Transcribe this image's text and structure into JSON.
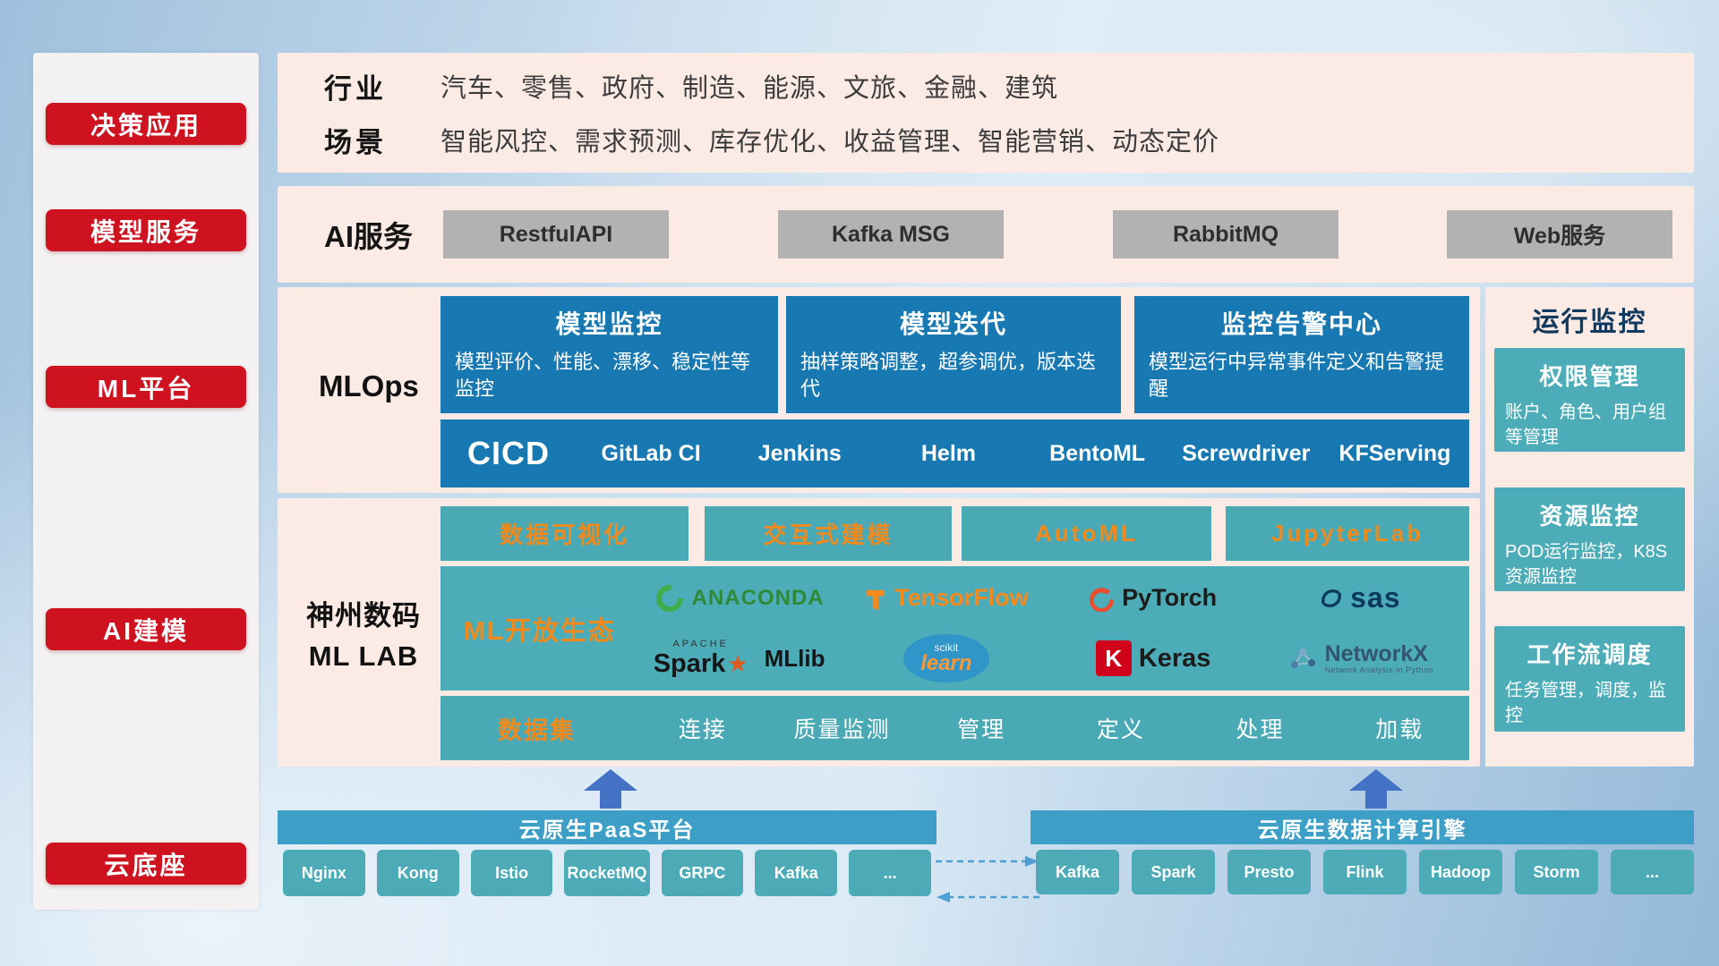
{
  "colors": {
    "sidebar_red": "#ce1220",
    "panel_pink": "#fceae5",
    "card_blue": "#1878b2",
    "teal": "#49a9b4",
    "foundation_bar_blue": "#3e9fc6",
    "accent_orange": "#f18a1d",
    "arrow_blue": "#4472c4",
    "service_button_gray": "#b2b2b2"
  },
  "sidebar": {
    "items": [
      {
        "label": "决策应用"
      },
      {
        "label": "模型服务"
      },
      {
        "label": "ML平台"
      },
      {
        "label": "AI建模"
      },
      {
        "label": "云底座"
      }
    ]
  },
  "industry": {
    "rows": [
      {
        "label": "行业",
        "text": "汽车、零售、政府、制造、能源、文旅、金融、建筑"
      },
      {
        "label": "场景",
        "text": "智能风控、需求预测、库存优化、收益管理、智能营销、动态定价"
      }
    ]
  },
  "ai_service": {
    "label": "AI服务",
    "services": [
      "RestfulAPI",
      "Kafka MSG",
      "RabbitMQ",
      "Web服务"
    ]
  },
  "mlops": {
    "label": "MLOps",
    "cards": [
      {
        "title": "模型监控",
        "desc": "模型评价、性能、漂移、稳定性等监控"
      },
      {
        "title": "模型迭代",
        "desc": "抽样策略调整，超参调优，版本迭代"
      },
      {
        "title": "监控告警中心",
        "desc": "模型运行中异常事件定义和告警提醒"
      }
    ],
    "cicd_label": "CICD",
    "cicd_tools": [
      "GitLab CI",
      "Jenkins",
      "Helm",
      "BentoML",
      "Screwdriver",
      "KFServing"
    ]
  },
  "monitor": {
    "title": "运行监控",
    "cards": [
      {
        "title": "权限管理",
        "desc": "账户、角色、用户组等管理"
      },
      {
        "title": "资源监控",
        "desc": "POD运行监控，K8S资源监控"
      },
      {
        "title": "工作流调度",
        "desc": "任务管理，调度，监控"
      }
    ]
  },
  "mllab": {
    "label_line1": "神州数码",
    "label_line2": "ML LAB",
    "tools": [
      "数据可视化",
      "交互式建模",
      "AutoML",
      "JupyterLab"
    ],
    "ecosystem_label": "ML开放生态",
    "logos": {
      "anaconda": "ANACONDA",
      "tensorflow": "TensorFlow",
      "pytorch": "PyTorch",
      "sas": "sas",
      "spark_apache": "APACHE",
      "spark": "Spark",
      "mllib": "MLlib",
      "sklearn_top": "scikit",
      "sklearn": "learn",
      "keras_k": "K",
      "keras": "Keras",
      "networkx": "NetworkX",
      "networkx_sub": "Network Analysis in Python"
    },
    "dataset_label": "数据集",
    "dataset_items": [
      "连接",
      "质量监测",
      "管理",
      "定义",
      "处理",
      "加载"
    ]
  },
  "foundation": {
    "paas": {
      "title": "云原生PaaS平台",
      "items": [
        "Nginx",
        "Kong",
        "Istio",
        "RocketMQ",
        "GRPC",
        "Kafka",
        "..."
      ]
    },
    "engine": {
      "title": "云原生数据计算引擎",
      "items": [
        "Kafka",
        "Spark",
        "Presto",
        "Flink",
        "Hadoop",
        "Storm",
        "..."
      ]
    }
  }
}
